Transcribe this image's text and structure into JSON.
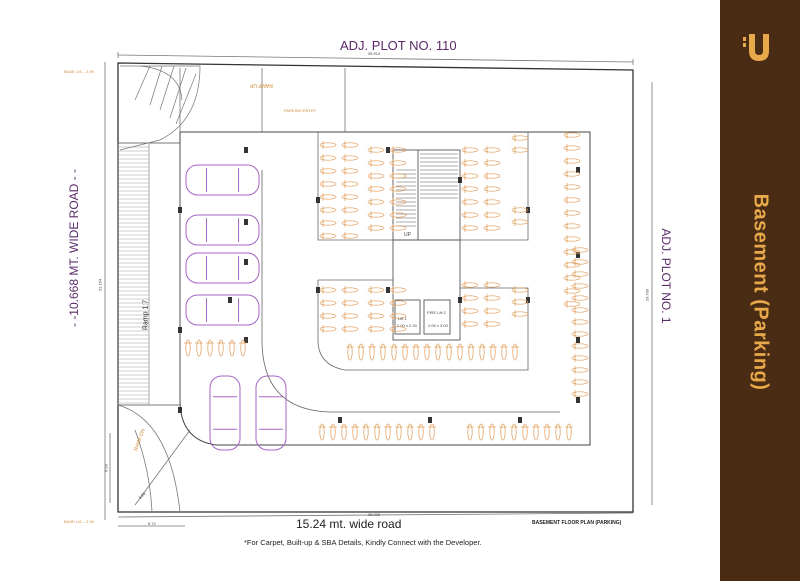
{
  "plan": {
    "adj_top": "ADJ. PLOT NO. 110",
    "adj_right": "ADJ. PLOT NO. 1",
    "road_left": "- -10.668 MT. WIDE ROAD - -",
    "road_bottom": "15.24 mt. wide road",
    "footnote": "*For Carpet, Built-up & SBA Details, Kindly Connect with the Developer.",
    "plan_name": "BASEMENT FLOOR PLAN (PARKING)",
    "ramp": "Ramp 1:7",
    "ramp_up": "RAMP UP",
    "ramp_dn": "RAMP DN",
    "parking_entry": "PARKING ENTRY",
    "up": "UP",
    "lift1": "Lift 1",
    "lift1_size": "2.00 x 2.30",
    "lift2": "FIRE Lift 2",
    "lift2_size": "2.05 x 3.00",
    "dim_top": "35.914",
    "dim_bottom": "35.928",
    "dim_left": "31.164",
    "dim_right": "29.709",
    "dim_corner1": "6.93",
    "dim_corner2": "6.85",
    "dim_corner3": "5.72",
    "level_top": "BASE LVL - 2.90",
    "level_bottom": "BASE LVL - 2.90"
  },
  "sidebar": {
    "title": "Basement (Parking)",
    "logo_color": "#e8a94a",
    "background_color": "#4a2b14"
  }
}
